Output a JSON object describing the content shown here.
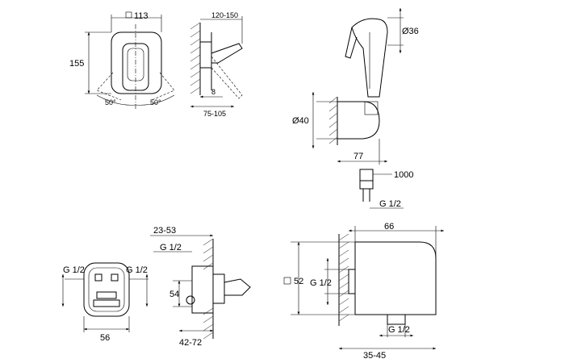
{
  "dimensions": {
    "valve_width": "113",
    "valve_height": "155",
    "angle_left": "50°",
    "angle_right": "50°",
    "side_depth": "120-150",
    "side_offset": "8",
    "side_wall_range": "75-105",
    "handshower_diameter": "Ø36",
    "holder_diameter": "Ø40",
    "holder_depth": "77",
    "hose_length": "1000",
    "hose_thread": "G 1/2",
    "outlet_depth": "66",
    "outlet_square": "52",
    "outlet_thread_in": "G 1/2",
    "outlet_thread_out": "G 1/2",
    "outlet_wall_range": "35-45",
    "body_thread_left": "G 1/2",
    "body_thread_right": "G 1/2",
    "body_width": "56",
    "box_depth_range": "23-53",
    "box_thread": "G 1/2",
    "box_height": "54",
    "box_wall_range": "42-72"
  }
}
